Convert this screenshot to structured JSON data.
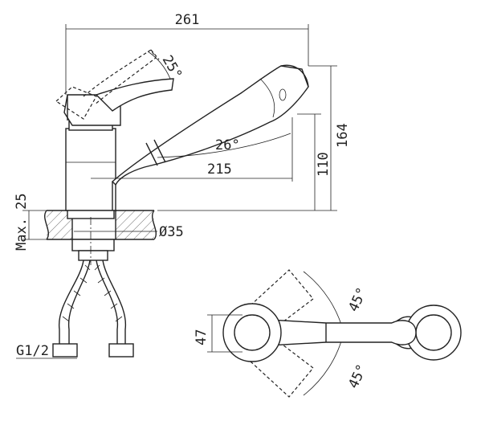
{
  "side_view": {
    "overall_width": "261",
    "handle_angle": "25°",
    "spout_angle": "26°",
    "spout_reach": "215",
    "height_to_spout": "110",
    "overall_height": "164",
    "deck_thickness": "Max. 25",
    "hole_diameter": "Ø35",
    "thread": "G1/2"
  },
  "top_view": {
    "body_width": "47",
    "swivel_angle_upper": "45°",
    "swivel_angle_lower": "45°"
  }
}
